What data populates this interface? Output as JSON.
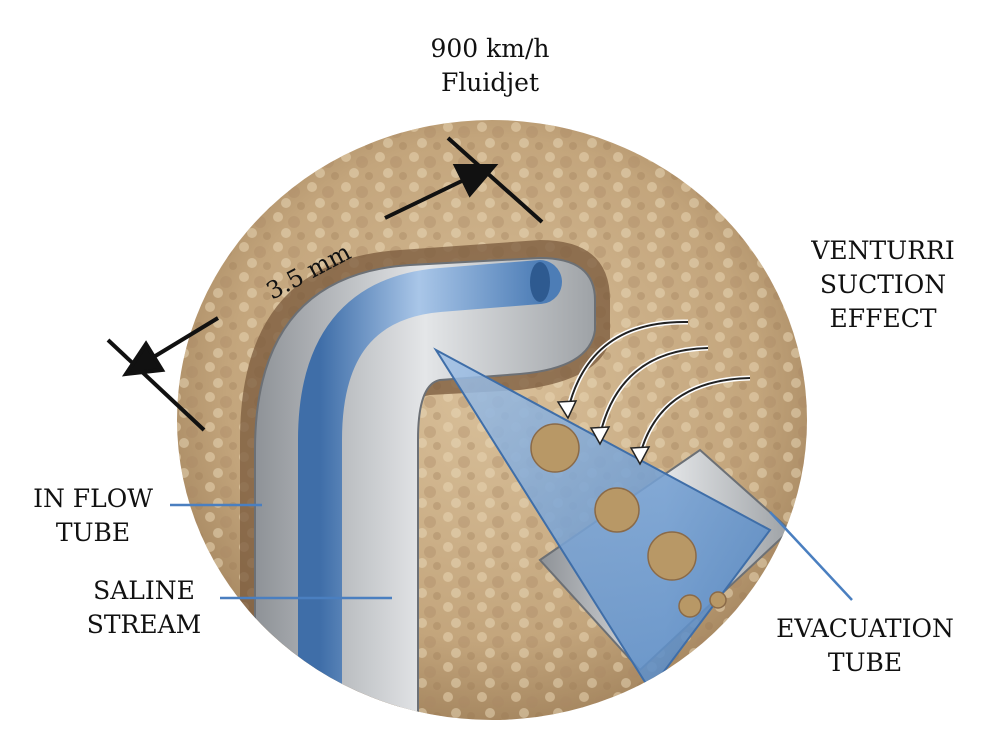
{
  "labels": {
    "fluidjet": {
      "line1": "900 km/h",
      "line2": "Fluidjet"
    },
    "dimension": "3.5 mm",
    "venturri": {
      "line1": "VENTURRI",
      "line2": "SUCTION",
      "line3": "EFFECT"
    },
    "inflow": {
      "line1": "IN FLOW",
      "line2": "TUBE"
    },
    "saline": {
      "line1": "SALINE",
      "line2": "STREAM"
    },
    "evacuation": {
      "line1": "EVACUATION",
      "line2": "TUBE"
    }
  },
  "colors": {
    "tissue": "#c9ad86",
    "tissue_dark": "#8a6a48",
    "tube_steel": "#b9bcc0",
    "saline_blue": "#6d97c9",
    "evacuation_blue": "#5f8fc4",
    "debris": "#b89866",
    "leader_line": "#4a7fc0",
    "arrow": "#111111"
  }
}
